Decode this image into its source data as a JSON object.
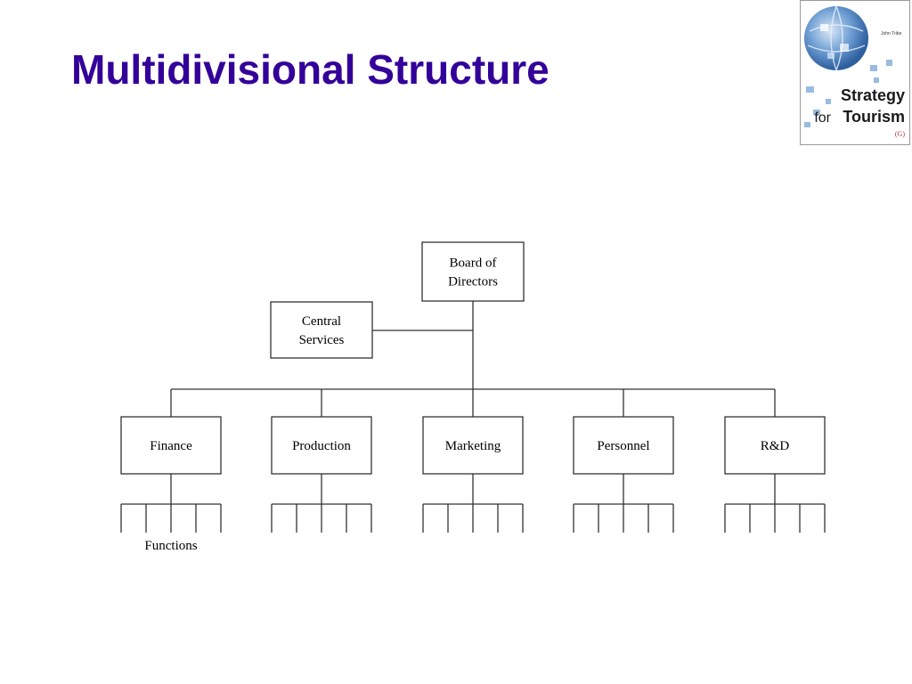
{
  "slide": {
    "title": "Multidivisional Structure",
    "title_color": "#330099"
  },
  "book_cover": {
    "author": "John Tribe",
    "line1": "Strategy",
    "line2_small": "for",
    "line2_big": "Tourism",
    "publisher_mark": "(G)",
    "globe_color": "#4f86c6"
  },
  "org_chart": {
    "board": {
      "lines": [
        "Board of",
        "Directors"
      ]
    },
    "central": {
      "lines": [
        "Central",
        "Services"
      ]
    },
    "divisions": [
      {
        "id": "finance",
        "label": "Finance"
      },
      {
        "id": "production",
        "label": "Production"
      },
      {
        "id": "marketing",
        "label": "Marketing"
      },
      {
        "id": "personnel",
        "label": "Personnel"
      },
      {
        "id": "rnd",
        "label": "R&D"
      }
    ],
    "functions_per_division": 5,
    "functions_label": "Functions"
  }
}
